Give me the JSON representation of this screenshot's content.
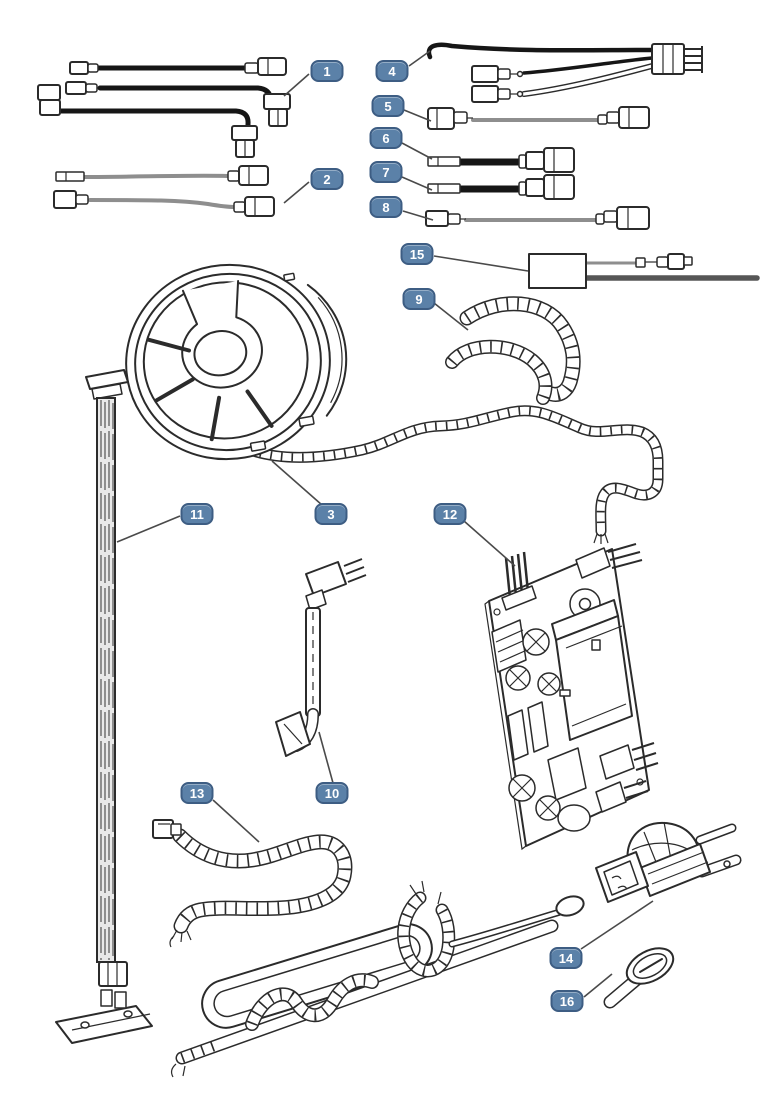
{
  "diagram": {
    "type": "illustrated-parts-diagram",
    "colors": {
      "background": "#ffffff",
      "badge_fill": "#5b81a8",
      "badge_border": "#3d5d83",
      "badge_text": "#ffffff",
      "line_art": "#2b2b2b",
      "leader_line": "#4a4a4a",
      "wire_black": "#161616",
      "wire_gray": "#8e8e8e"
    },
    "callouts": [
      {
        "label": "1"
      },
      {
        "label": "2"
      },
      {
        "label": "3"
      },
      {
        "label": "4"
      },
      {
        "label": "5"
      },
      {
        "label": "6"
      },
      {
        "label": "7"
      },
      {
        "label": "8"
      },
      {
        "label": "9"
      },
      {
        "label": "10"
      },
      {
        "label": "11"
      },
      {
        "label": "12"
      },
      {
        "label": "13"
      },
      {
        "label": "14"
      },
      {
        "label": "15"
      },
      {
        "label": "16"
      }
    ]
  }
}
